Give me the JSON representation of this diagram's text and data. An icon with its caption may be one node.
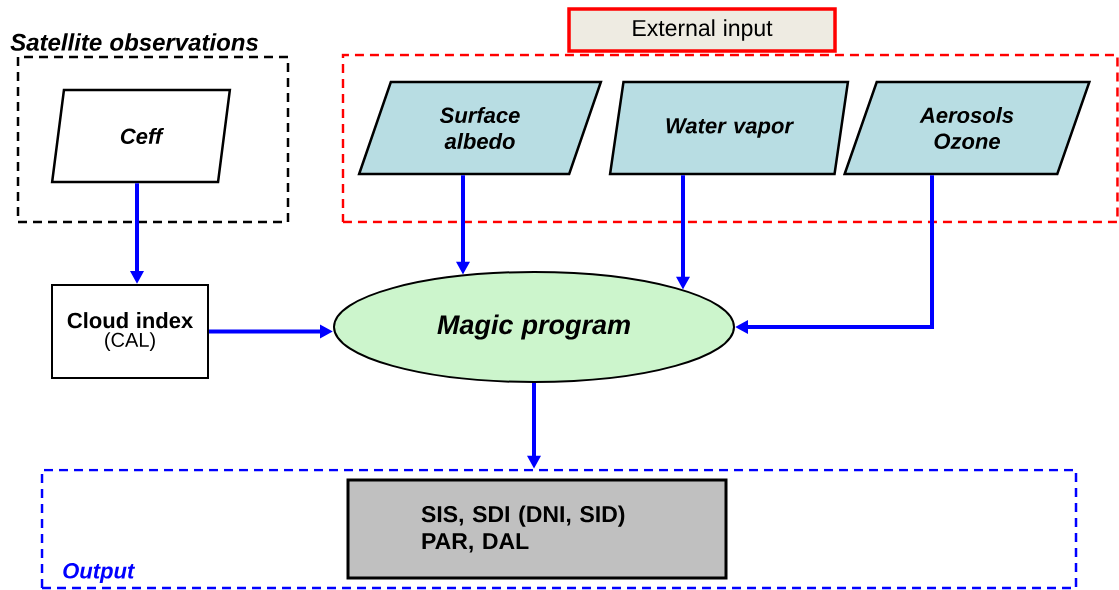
{
  "diagram": {
    "nodes": [
      {
        "text": [
          "Satellite observations"
        ]
      },
      {
        "text": [
          "Ceff"
        ],
        "in": 0
      },
      {
        "text": [
          "External input"
        ]
      },
      {
        "text": [
          "Surface albedo"
        ],
        "in": 2
      },
      {
        "text": [
          "Water vapor"
        ],
        "in": 2
      },
      {
        "text": [
          "Aerosols Ozone"
        ],
        "in": 2
      },
      {
        "text": [
          "Cloud index",
          "(CAL)"
        ]
      },
      {
        "text": [
          "Magic program"
        ]
      },
      {
        "text": [
          "Output"
        ]
      },
      {
        "text": [
          "SIS, SDI (DNI, SID) PAR, DAL"
        ],
        "in": 8
      }
    ],
    "edges": [
      {
        "from": 1,
        "to": 6,
        "arrow": "to"
      },
      {
        "from": 6,
        "to": 7,
        "arrow": "to"
      },
      {
        "from": 3,
        "to": 7,
        "arrow": "to"
      },
      {
        "from": 4,
        "to": 7,
        "arrow": "to"
      },
      {
        "from": 5,
        "to": 7,
        "arrow": "to"
      },
      {
        "from": 7,
        "to": 8,
        "arrow": "to"
      }
    ]
  }
}
